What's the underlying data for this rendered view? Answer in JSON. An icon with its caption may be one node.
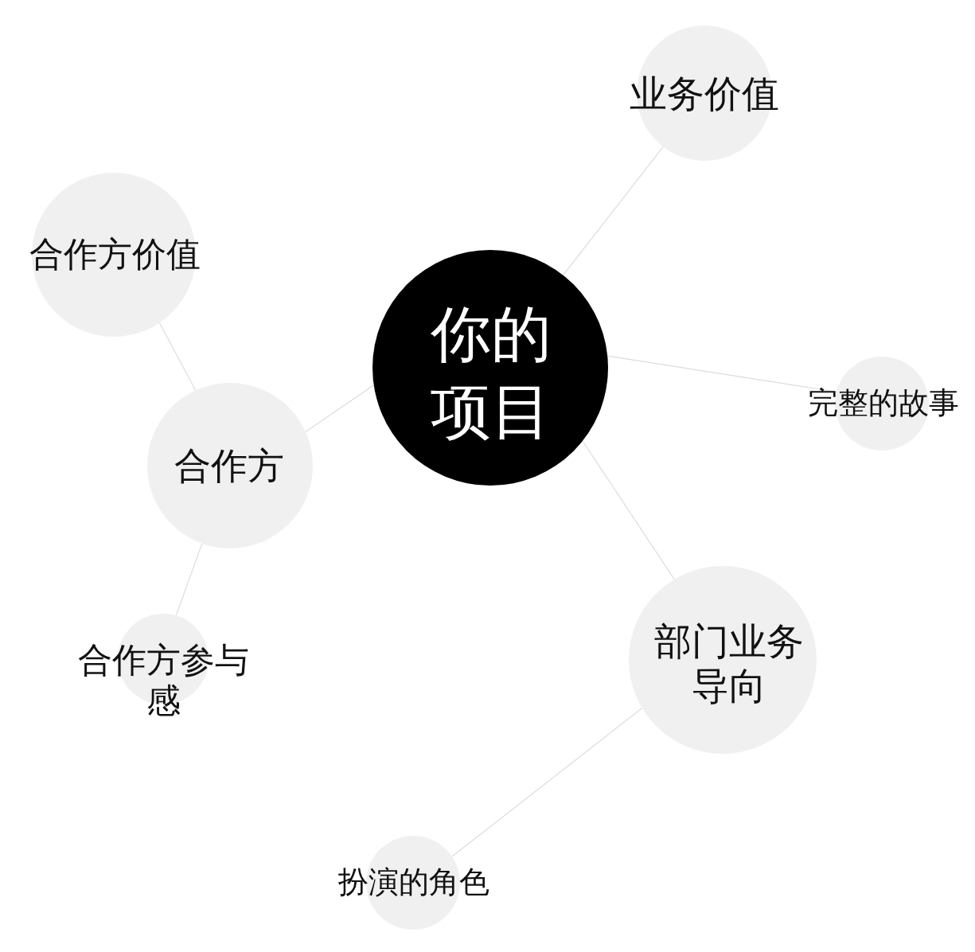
{
  "diagram": {
    "nodes": [
      {
        "text": [
          "你的项目"
        ]
      },
      {
        "text": [
          "业务价值"
        ]
      },
      {
        "text": [
          "合作方价值"
        ]
      },
      {
        "text": [
          "合作方"
        ]
      },
      {
        "text": [
          "完整的故事"
        ]
      },
      {
        "text": [
          "部门业务导向"
        ]
      },
      {
        "text": [
          "合作方参与感"
        ]
      },
      {
        "text": [
          "扮演的角色"
        ]
      }
    ],
    "edges": [
      {
        "from": 0,
        "to": 1,
        "arrow": "none"
      },
      {
        "from": 0,
        "to": 3,
        "arrow": "none"
      },
      {
        "from": 0,
        "to": 4,
        "arrow": "none"
      },
      {
        "from": 0,
        "to": 5,
        "arrow": "none"
      },
      {
        "from": 3,
        "to": 2,
        "arrow": "none"
      },
      {
        "from": 3,
        "to": 6,
        "arrow": "none"
      },
      {
        "from": 5,
        "to": 7,
        "arrow": "none"
      }
    ]
  }
}
